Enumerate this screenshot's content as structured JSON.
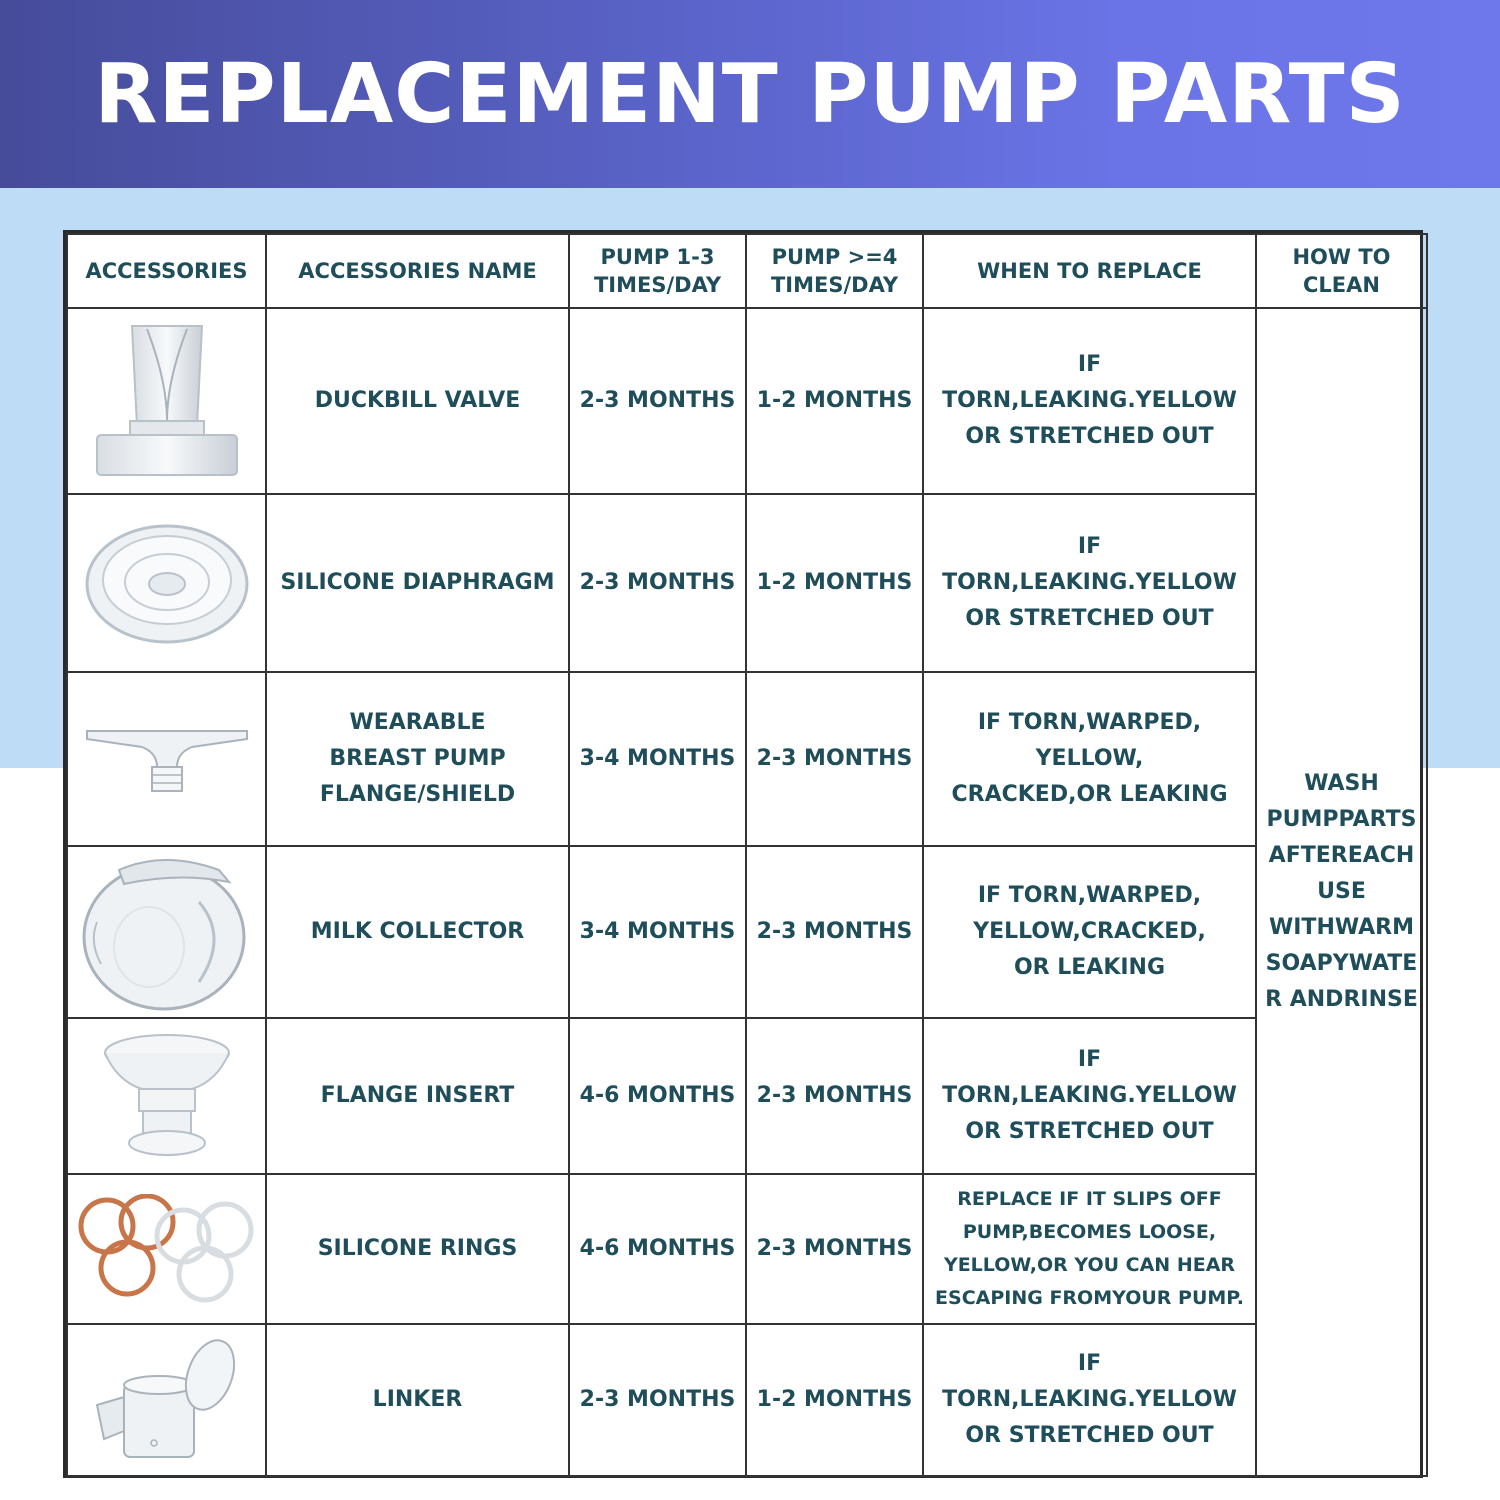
{
  "title": "REPLACEMENT PUMP PARTS",
  "headers": {
    "accessories": "ACCESSORIES",
    "name": "ACCESSORIES NAME",
    "pump13_line1": "PUMP 1-3",
    "pump13_line2": "TIMES/DAY",
    "pump4_line1": "PUMP >=4",
    "pump4_line2": "TIMES/DAY",
    "when": "WHEN TO REPLACE",
    "how_line1": "HOW TO",
    "how_line2": "CLEAN"
  },
  "rows": [
    {
      "icon": "duckbill-valve-icon",
      "name": "DUCKBILL VALVE",
      "p13": "2-3 MONTHS",
      "p4": "1-2 MONTHS",
      "when": [
        "IF TORN,LEAKING.YELLOW",
        "OR STRETCHED OUT"
      ]
    },
    {
      "icon": "silicone-diaphragm-icon",
      "name": "SILICONE DIAPHRAGM",
      "p13": "2-3 MONTHS",
      "p4": "1-2 MONTHS",
      "when": [
        "IF TORN,LEAKING.YELLOW",
        "OR STRETCHED OUT"
      ]
    },
    {
      "icon": "flange-shield-icon",
      "name": [
        "WEARABLE",
        "BREAST PUMP",
        "FLANGE/SHIELD"
      ],
      "p13": "3-4 MONTHS",
      "p4": "2-3 MONTHS",
      "when": [
        "IF TORN,WARPED,",
        "YELLOW,",
        "CRACKED,OR LEAKING"
      ]
    },
    {
      "icon": "milk-collector-icon",
      "name": "MILK COLLECTOR",
      "p13": "3-4 MONTHS",
      "p4": "2-3 MONTHS",
      "when": [
        "IF TORN,WARPED,",
        "YELLOW,CRACKED,",
        "OR LEAKING"
      ]
    },
    {
      "icon": "flange-insert-icon",
      "name": "FLANGE INSERT",
      "p13": "4-6 MONTHS",
      "p4": "2-3 MONTHS",
      "when": [
        "IF TORN,LEAKING.YELLOW",
        "OR STRETCHED OUT"
      ]
    },
    {
      "icon": "silicone-rings-icon",
      "name": "SILICONE RINGS",
      "p13": "4-6 MONTHS",
      "p4": "2-3 MONTHS",
      "when": [
        "REPLACE IF IT SLIPS OFF",
        "PUMP,BECOMES LOOSE,",
        "YELLOW,OR YOU CAN HEAR",
        "ESCAPING FROMYOUR PUMP."
      ]
    },
    {
      "icon": "linker-icon",
      "name": "LINKER",
      "p13": "2-3 MONTHS",
      "p4": "1-2 MONTHS",
      "when": [
        "IF TORN,LEAKING.YELLOW",
        "OR STRETCHED OUT"
      ]
    }
  ],
  "how_to_clean": [
    "WASH",
    "PUMPPARTS",
    "AFTEREACH",
    "USE",
    "WITHWARM",
    "SOAPYWATE",
    "R ANDRINSE"
  ],
  "colors": {
    "header_band_start": "#464c9a",
    "header_band_end": "#6e78ea",
    "light_band": "#bfdcf6",
    "text": "#1f4e5a",
    "ring_orange": "#c8754a"
  }
}
